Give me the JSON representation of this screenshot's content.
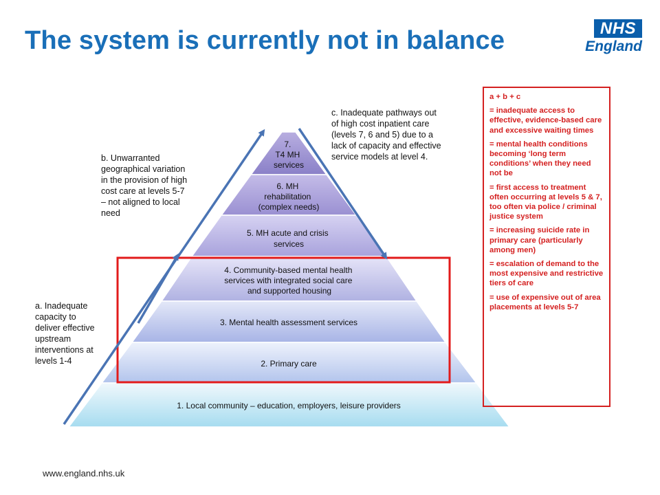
{
  "title": "The system is currently not in balance",
  "logo": {
    "badge": "NHS",
    "name": "England"
  },
  "pyramid": {
    "tiers": [
      {
        "label": [
          "7.",
          "T4 MH",
          "services"
        ]
      },
      {
        "label": [
          "6. MH",
          "rehabilitation",
          "(complex needs)"
        ]
      },
      {
        "label": [
          "5. MH acute and crisis",
          "services"
        ]
      },
      {
        "label": [
          "4. Community-based mental health",
          "services with integrated social care",
          "and supported housing"
        ]
      },
      {
        "label": [
          "3. Mental health assessment services"
        ]
      },
      {
        "label": [
          "2. Primary care"
        ]
      },
      {
        "label": [
          "1. Local community – education, employers, leisure providers"
        ]
      }
    ]
  },
  "annotations": {
    "a": [
      "a.  Inadequate",
      "capacity  to",
      "deliver effective",
      "upstream",
      "interventions at",
      "levels 1-4"
    ],
    "b": [
      "b. Unwarranted",
      "geographical variation",
      "in the provision of high",
      "cost care at levels 5-7",
      "– not aligned to local",
      "need"
    ],
    "c": [
      "c. Inadequate pathways out",
      "of high cost inpatient care",
      "(levels 7, 6 and 5) due to a",
      "lack of capacity and effective",
      "service models at level 4."
    ]
  },
  "consequences": {
    "heading": "a + b + c",
    "items": [
      "= inadequate access to effective, evidence-based care and excessive waiting times",
      "= mental health conditions becoming ‘long term conditions’ when they need not be",
      "= first access to treatment  often occurring at levels 5 & 7, too often via police / criminal justice system",
      "= increasing suicide rate in primary care (particularly among men)",
      "= escalation of demand to the most expensive and restrictive tiers of care",
      "= use of expensive out of area placements at levels 5-7"
    ]
  },
  "footer": "www.england.nhs.uk",
  "colors": {
    "title": "#1a6fb8",
    "arrow": "#4a74b4",
    "highlight": "#e21b1b",
    "consequence_text": "#d42020",
    "nhs_blue": "#0a5eab"
  }
}
